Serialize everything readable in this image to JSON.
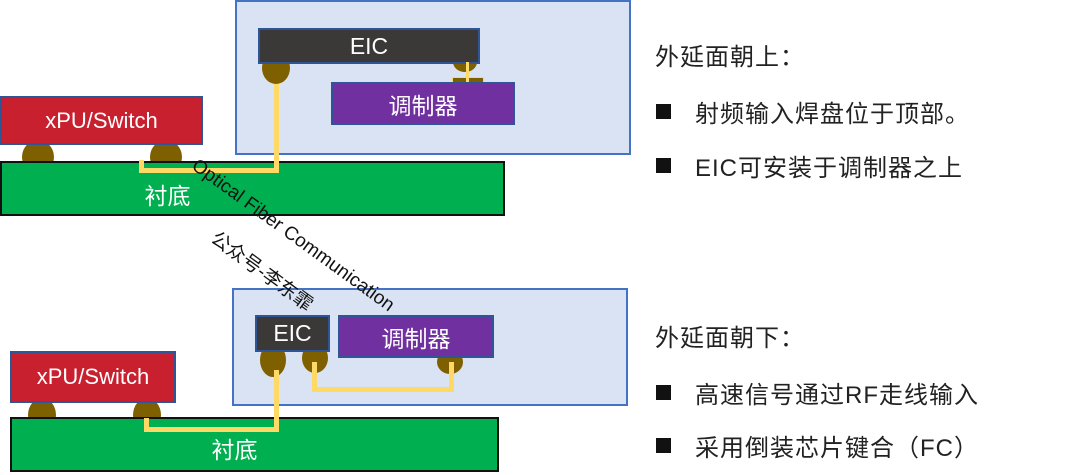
{
  "top_diagram": {
    "eic_label": "EIC",
    "modulator_label": "调制器",
    "xpu_label": "xPU/Switch",
    "substrate_label": "衬底"
  },
  "bottom_diagram": {
    "eic_label": "EIC",
    "modulator_label": "调制器",
    "xpu_label": "xPU/Switch",
    "substrate_label": "衬底"
  },
  "watermark": {
    "line1": "Optical Fiber Communication",
    "line2": "公众号-李东霏"
  },
  "notes_top": {
    "heading": "外延面朝上：",
    "bullets": [
      "射频输入焊盘位于顶部。",
      "EIC可安装于调制器之上"
    ]
  },
  "notes_bottom": {
    "heading": "外延面朝下：",
    "bullets": [
      "高速信号通过RF走线输入",
      "采用倒装芯片键合（FC）"
    ]
  }
}
